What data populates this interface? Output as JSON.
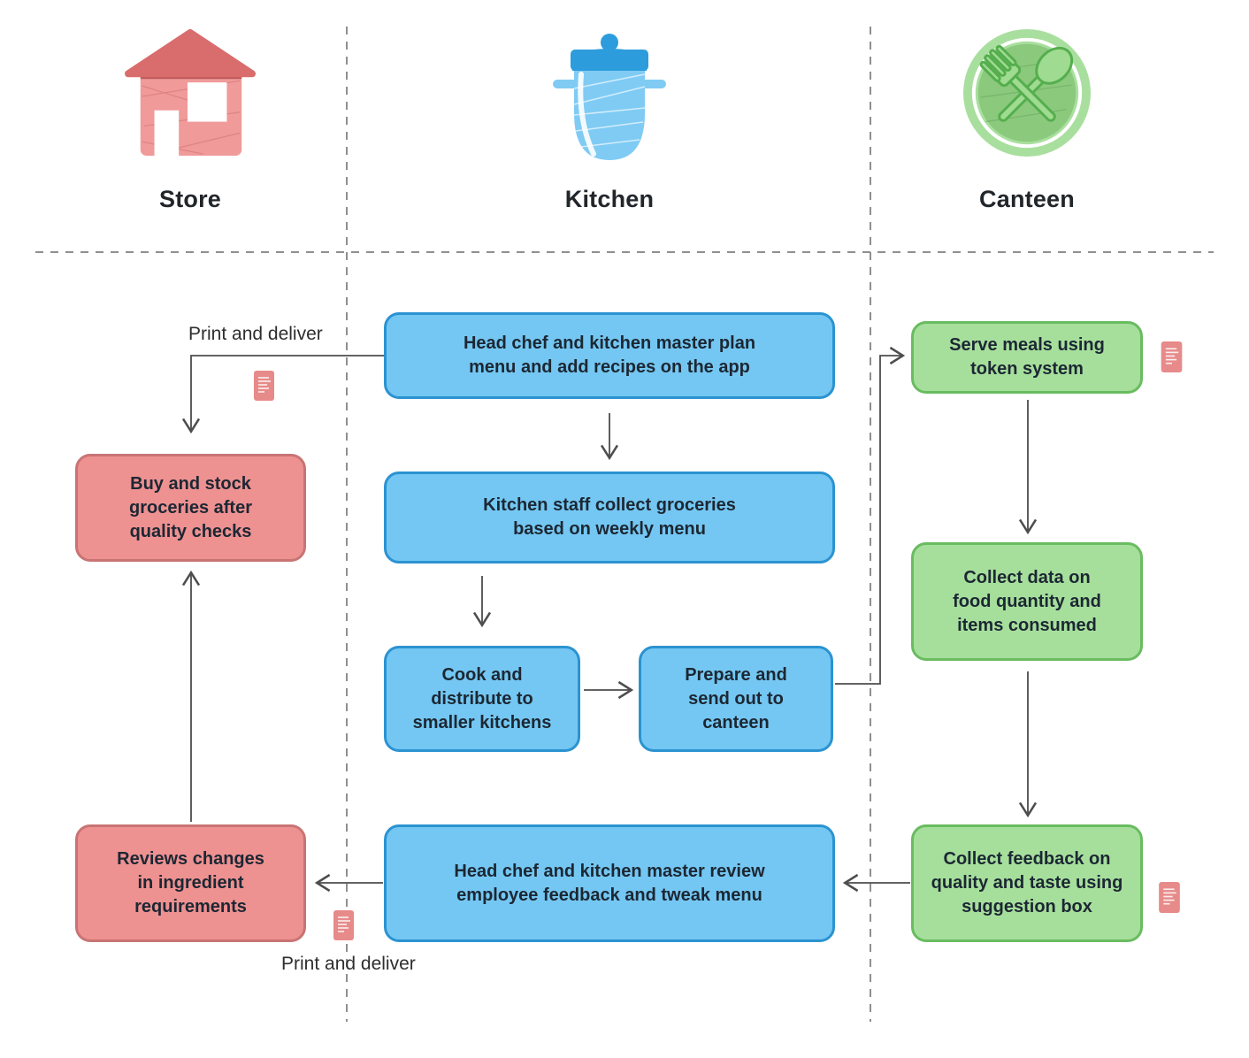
{
  "diagram": {
    "title_hint": "Canteen food workflow swimlane diagram",
    "lanes": [
      {
        "label": "Store",
        "icon": "house-icon",
        "accent": "#ee9191"
      },
      {
        "label": "Kitchen",
        "icon": "pot-icon",
        "accent": "#74c7f2"
      },
      {
        "label": "Canteen",
        "icon": "plate-icon",
        "accent": "#a6df9c"
      }
    ],
    "nodes": [
      {
        "id": "plan-menu",
        "lane": "Kitchen",
        "color": "#74c7f2",
        "text": "Head chef and kitchen master plan\nmenu and add recipes on the app"
      },
      {
        "id": "collect-groceries",
        "lane": "Kitchen",
        "color": "#74c7f2",
        "text": "Kitchen staff collect groceries\nbased on weekly menu"
      },
      {
        "id": "cook-distribute",
        "lane": "Kitchen",
        "color": "#74c7f2",
        "text": "Cook and\ndistribute to\nsmaller kitchens"
      },
      {
        "id": "prepare-send",
        "lane": "Kitchen",
        "color": "#74c7f2",
        "text": "Prepare and\nsend out to\ncanteen"
      },
      {
        "id": "review-feedback",
        "lane": "Kitchen",
        "color": "#74c7f2",
        "text": "Head chef and kitchen master review\nemployee feedback and tweak menu"
      },
      {
        "id": "buy-stock",
        "lane": "Store",
        "color": "#ee9191",
        "text": "Buy and stock\ngroceries after\nquality checks"
      },
      {
        "id": "reviews-changes",
        "lane": "Store",
        "color": "#ee9191",
        "text": "Reviews changes\nin ingredient\nrequirements"
      },
      {
        "id": "serve-meals",
        "lane": "Canteen",
        "color": "#a6df9c",
        "text": "Serve meals using\ntoken system"
      },
      {
        "id": "collect-data",
        "lane": "Canteen",
        "color": "#a6df9c",
        "text": "Collect data on\nfood quantity and\nitems consumed"
      },
      {
        "id": "collect-feedback",
        "lane": "Canteen",
        "color": "#a6df9c",
        "text": "Collect feedback on\nquality and taste using\nsuggestion box"
      }
    ],
    "annotations": [
      {
        "id": "print-and-deliver-top",
        "text": "Print and deliver"
      },
      {
        "id": "print-and-deliver-bottom",
        "text": "Print and deliver"
      }
    ],
    "colors": {
      "arrow": "#4d4d4d",
      "lane_divider": "#8f8f8f",
      "document_icon": "#e78a8a",
      "node_text": "#1c2733"
    }
  }
}
